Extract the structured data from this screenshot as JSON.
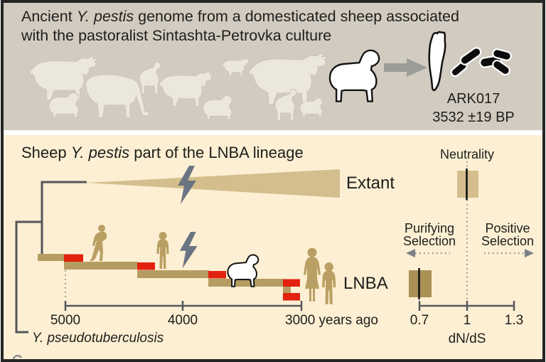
{
  "figure": {
    "top_panel": {
      "title": {
        "pre": "Ancient ",
        "species": "Y. pestis",
        "post": " genome from a domesticated sheep associated",
        "line2": "with the pastoralist Sintashta-Petrovka culture"
      },
      "sample": {
        "id": "ARK017",
        "age": "3532 ±19 BP"
      }
    },
    "bottom_panel": {
      "title": {
        "pre": "Sheep ",
        "species": "Y. pestis",
        "post": " part of the LNBA lineage"
      },
      "tree": {
        "extant_label": "Extant",
        "lnba_label": "LNBA",
        "outgroup_label": "Y. pseudotuberculosis",
        "time_axis": {
          "tick_labels": [
            "5000",
            "4000",
            "3000 years ago"
          ]
        }
      },
      "dnds": {
        "neutrality_label": "Neutrality",
        "purifying_label": [
          "Purifying",
          "Selection"
        ],
        "positive_label": [
          "Positive",
          "Selection"
        ],
        "tick_labels": [
          "0.7",
          "1",
          "1.3"
        ],
        "axis_label": "dN/dS"
      }
    }
  },
  "colors": {
    "top_bg": "#d2cbc0",
    "bottom_bg": "#fcefd3",
    "herd_silhouette": "#ece7dc",
    "branch_tan": "#b59c61",
    "extant_tan": "#d4be8d",
    "lnba_box_tan": "#aa9155",
    "red_tip": "#e2220f",
    "bolt_gray": "#6b7482",
    "line_gray": "#55585c",
    "text": "#1e1e1c"
  },
  "chart_data": [
    {
      "type": "interval",
      "title": "dN/dS selection analysis",
      "xlabel": "dN/dS",
      "xlim": [
        0.55,
        1.45
      ],
      "xticks": [
        0.7,
        1,
        1.3
      ],
      "reference_line": {
        "x": 1,
        "label": "Neutrality",
        "style": "dotted"
      },
      "regions": [
        {
          "label": "Purifying Selection",
          "side": "x < 1"
        },
        {
          "label": "Positive Selection",
          "side": "x > 1"
        }
      ],
      "series": [
        {
          "name": "Extant",
          "estimate": 1.0,
          "ci": [
            0.94,
            1.07
          ]
        },
        {
          "name": "LNBA",
          "estimate": 0.7,
          "ci": [
            0.63,
            0.77
          ]
        }
      ]
    },
    {
      "type": "timeline",
      "xlabel": "years ago",
      "xticks": [
        5000,
        4000,
        3000
      ],
      "x_direction": "older-to-younger",
      "events": [
        {
          "label": "LNBA lineage stepped branches with derived tips",
          "span_years_ago": [
            5200,
            2900
          ]
        },
        {
          "label": "sheep-associated strain ARK017",
          "years_ago": 3532
        }
      ]
    }
  ]
}
